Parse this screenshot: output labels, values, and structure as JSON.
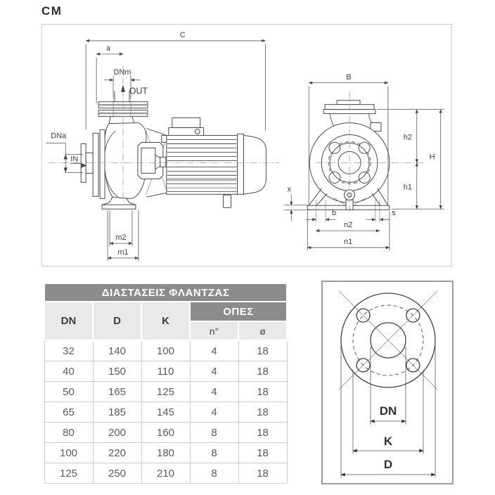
{
  "title": "CM",
  "colors": {
    "table_header_bg": "#8c8c8c",
    "table_header_text": "#ffffff",
    "table_cell_bg": "#e9e9e9",
    "drawing_line": "#4a4a4a"
  },
  "drawing": {
    "side_labels": {
      "C": "C",
      "a": "a",
      "DNm": "DNm",
      "OUT": "OUT",
      "DNa": "DNa",
      "IN": "IN",
      "m2": "m2",
      "m1": "m1"
    },
    "front_labels": {
      "B": "B",
      "h2": "h2",
      "H": "H",
      "h1": "h1",
      "x": "x",
      "b": "b",
      "s": "s",
      "n2": "n2",
      "n1": "n1"
    }
  },
  "table": {
    "title": "ΔΙΑΣΤΑΣΕΙΣ ΦΛΑΝΤΖΑΣ",
    "col_dn": "DN",
    "col_d": "D",
    "col_k": "K",
    "holes_title": "ΟΠΕΣ",
    "hole_count": "n°",
    "hole_dia": "ø",
    "rows": [
      [
        "32",
        "140",
        "100",
        "4",
        "18"
      ],
      [
        "40",
        "150",
        "110",
        "4",
        "18"
      ],
      [
        "50",
        "165",
        "125",
        "4",
        "18"
      ],
      [
        "65",
        "185",
        "145",
        "4",
        "18"
      ],
      [
        "80",
        "200",
        "160",
        "8",
        "18"
      ],
      [
        "100",
        "220",
        "180",
        "8",
        "18"
      ],
      [
        "125",
        "250",
        "210",
        "8",
        "18"
      ]
    ]
  },
  "flange_diagram": {
    "dn": "DN",
    "k": "K",
    "d": "D"
  }
}
